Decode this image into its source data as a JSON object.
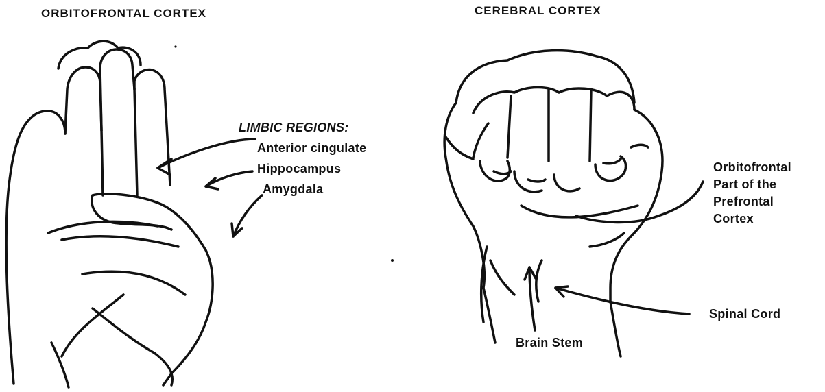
{
  "left_panel": {
    "title": "ORBITOFRONTAL CORTEX",
    "limbic_heading": "LIMBIC REGIONS:",
    "limbic_items": [
      "Anterior cingulate",
      "Hippocampus",
      "Amygdala"
    ]
  },
  "right_panel": {
    "title": "CEREBRAL CORTEX",
    "orbitofrontal_lines": [
      "Orbitofrontal",
      "Part of the",
      "Prefrontal",
      "Cortex"
    ],
    "spinal_cord": "Spinal Cord",
    "brain_stem": "Brain Stem"
  },
  "style": {
    "ink_color": "#111111",
    "background": "#ffffff"
  }
}
